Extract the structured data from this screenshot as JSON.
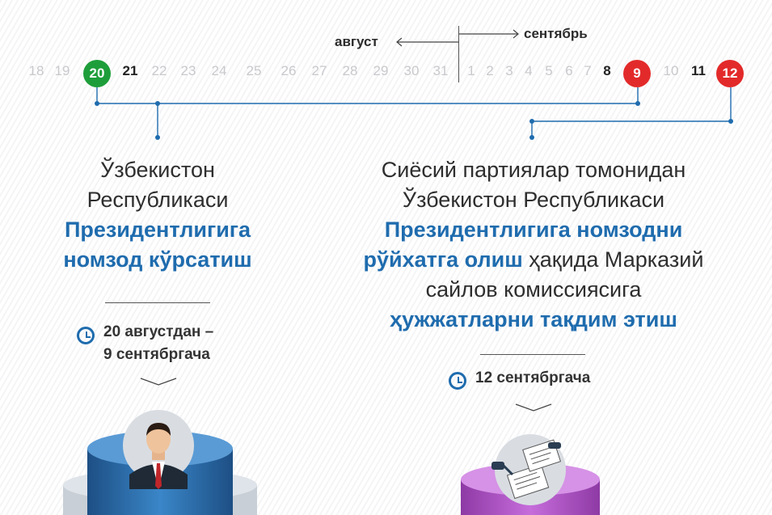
{
  "timeline": {
    "august_label": "август",
    "september_label": "сентябрь",
    "august_days": [
      "18",
      "19",
      "20",
      "21",
      "22",
      "23",
      "24",
      "25",
      "26",
      "27",
      "28",
      "29",
      "30",
      "31"
    ],
    "september_days": [
      "1",
      "2",
      "3",
      "4",
      "5",
      "6",
      "7",
      "8",
      "9",
      "10",
      "11",
      "12"
    ]
  },
  "left_block": {
    "line1": "Ўзбекистон",
    "line2": "Республикаси",
    "highlight1": "Президентлигига",
    "highlight2": "номзод кўрсатиш",
    "date_line1": "20 августдан –",
    "date_line2": "9 сентябргача"
  },
  "right_block": {
    "line1": "Сиёсий партиялар томонидан",
    "line2": "Ўзбекистон Республикаси",
    "highlight1": "Президентлигига номзодни",
    "highlight2": "рўйхатга олиш",
    "line3_rest": " ҳақида Марказий",
    "line4": "сайлов комиссиясига",
    "highlight3": "ҳужжатларни тақдим этиш",
    "date_line1": "12 сентябргача"
  },
  "colors": {
    "accent_blue": "#1f6cae",
    "start_green": "#1e9e3a",
    "deadline_red": "#e32a2a"
  },
  "icons": [
    "clock-icon",
    "person-icon",
    "documents-icon",
    "arrow-left-icon",
    "arrow-right-icon"
  ]
}
